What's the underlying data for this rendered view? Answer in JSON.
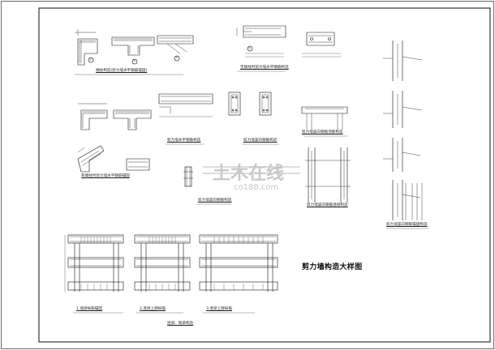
{
  "drawing": {
    "main_title": "剪力墙构造大样图",
    "watermark_cn": "土木在线",
    "watermark_en": "co188.com"
  },
  "captions": {
    "c1": "端柱构造(剪力墙水平钢筋锚固)",
    "c2": "无端柱时剪力墙水平钢筋构造",
    "c3": "剪力墙水平钢筋构造",
    "c4": "剪力墙竖向钢筋构造",
    "c5": "剪力墙竖向钢筋构造",
    "c6": "有端柱时剪力墙水平钢筋锚固",
    "c7": "剪力墙竖向钢筋顶部构造",
    "c8": "剪力墙竖向钢筋连接构造",
    "c9": "剪力墙竖向钢筋锚固构造",
    "c10": "1.墙梁纵筋锚固",
    "c11": "2.连梁上部纵筋",
    "c12": "3.连梁上部纵筋",
    "c13": "连梁、暗梁构造"
  },
  "labels": {
    "l1": "①",
    "l2": "②",
    "l3": "③",
    "l4": "④"
  }
}
